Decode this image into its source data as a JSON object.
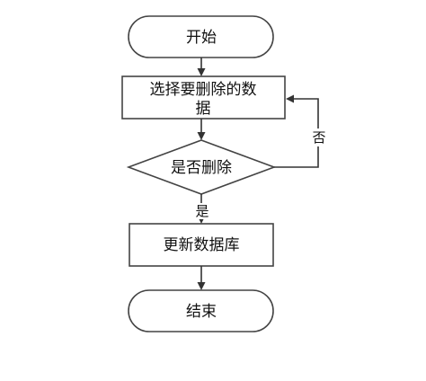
{
  "nodes": {
    "start": "开始",
    "select_line1": "选择要删除的数",
    "select_line2": "据",
    "decision": "是否删除",
    "update": "更新数据库",
    "end": "结束"
  },
  "edges": {
    "no_label": "否",
    "yes_label": "是"
  }
}
